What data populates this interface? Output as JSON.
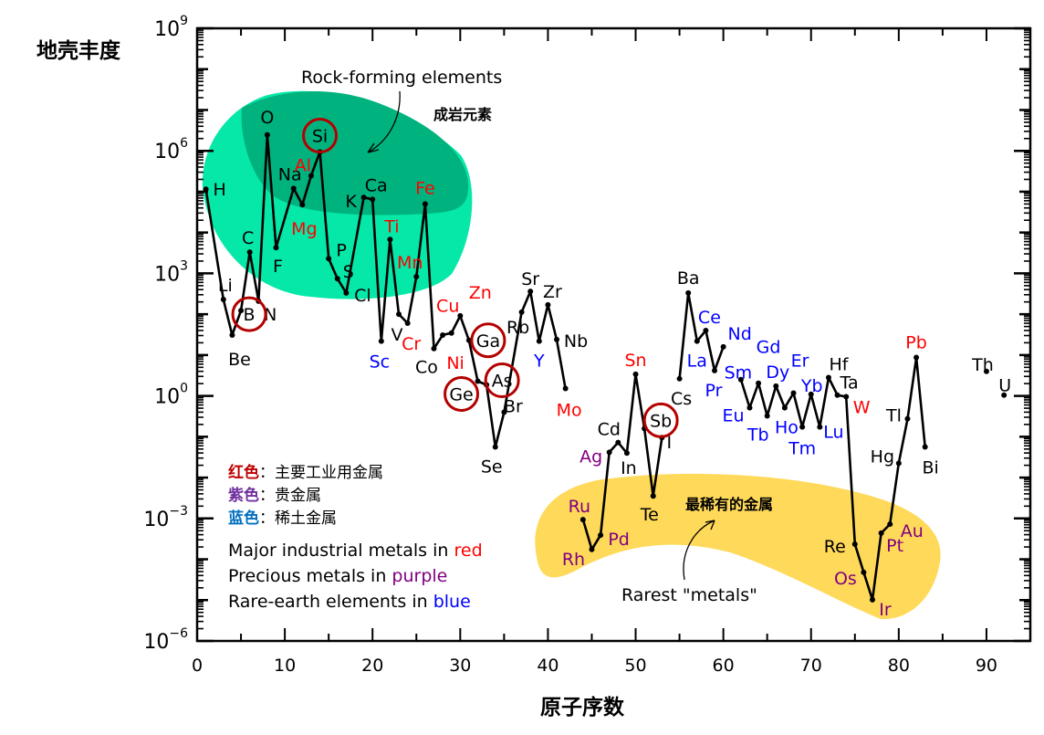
{
  "chart_data": {
    "type": "line",
    "title": "",
    "ylabel": "地壳丰度",
    "xlabel": "原子序数",
    "xlim": [
      0,
      95
    ],
    "ylim_log10": [
      -6,
      9
    ],
    "yscale": "log",
    "x_ticks": [
      0,
      10,
      20,
      30,
      40,
      50,
      60,
      70,
      80,
      90
    ],
    "y_ticks_exp": [
      -6,
      -3,
      0,
      3,
      6,
      9
    ],
    "y_tick_labels": [
      {
        "base": "10",
        "exp": "−6"
      },
      {
        "base": "10",
        "exp": "−3"
      },
      {
        "base": "10",
        "exp": "0"
      },
      {
        "base": "10",
        "exp": "3"
      },
      {
        "base": "10",
        "exp": "6"
      },
      {
        "base": "10",
        "exp": "9"
      }
    ],
    "grid": false,
    "colors": {
      "line": "#000000",
      "industrial": "#ff0000",
      "precious": "#800080",
      "rare_earth": "#0000ff",
      "normal": "#000000",
      "circle": "#b40000",
      "rock_region_light": "#05e8a8",
      "rock_region_dark": "#00b37e",
      "rare_region": "#ffd95a"
    },
    "series": [
      {
        "name": "abundance",
        "points": [
          {
            "el": "H",
            "z": 1,
            "log": 5.06,
            "cat": "normal"
          },
          {
            "el": "Li",
            "z": 3,
            "log": 2.36,
            "cat": "normal"
          },
          {
            "el": "Be",
            "z": 4,
            "log": 1.49,
            "cat": "normal"
          },
          {
            "el": "B",
            "z": 5,
            "log": 2.09,
            "cat": "normal",
            "circled": true
          },
          {
            "el": "C",
            "z": 6,
            "log": 3.52,
            "cat": "normal"
          },
          {
            "el": "N",
            "z": 7,
            "log": 2.32,
            "cat": "normal"
          },
          {
            "el": "O",
            "z": 8,
            "log": 6.39,
            "cat": "normal"
          },
          {
            "el": "F",
            "z": 9,
            "log": 3.63,
            "cat": "normal"
          },
          {
            "el": "Na",
            "z": 11,
            "log": 5.08,
            "cat": "normal"
          },
          {
            "el": "Mg",
            "z": 12,
            "log": 4.68,
            "cat": "industrial"
          },
          {
            "el": "Al",
            "z": 13,
            "log": 5.39,
            "cat": "industrial"
          },
          {
            "el": "Si",
            "z": 14,
            "log": 5.97,
            "cat": "normal",
            "circled": true
          },
          {
            "el": "P",
            "z": 15,
            "log": 3.36,
            "cat": "normal"
          },
          {
            "el": "S",
            "z": 16,
            "log": 2.87,
            "cat": "normal"
          },
          {
            "el": "Cl",
            "z": 17,
            "log": 2.52,
            "cat": "normal"
          },
          {
            "el": "K",
            "z": 19,
            "log": 4.86,
            "cat": "normal"
          },
          {
            "el": "Ca",
            "z": 20,
            "log": 4.81,
            "cat": "normal"
          },
          {
            "el": "Sc",
            "z": 21,
            "log": 1.34,
            "cat": "rare_earth"
          },
          {
            "el": "Ti",
            "z": 22,
            "log": 3.83,
            "cat": "industrial"
          },
          {
            "el": "V",
            "z": 23,
            "log": 2.0,
            "cat": "normal"
          },
          {
            "el": "Cr",
            "z": 24,
            "log": 1.78,
            "cat": "industrial"
          },
          {
            "el": "Mn",
            "z": 25,
            "log": 2.92,
            "cat": "industrial"
          },
          {
            "el": "Fe",
            "z": 26,
            "log": 4.7,
            "cat": "industrial"
          },
          {
            "el": "Co",
            "z": 27,
            "log": 1.16,
            "cat": "normal"
          },
          {
            "el": "Ni",
            "z": 28,
            "log": 1.49,
            "cat": "industrial"
          },
          {
            "el": "Cu",
            "z": 29,
            "log": 1.54,
            "cat": "industrial"
          },
          {
            "el": "Zn",
            "z": 30,
            "log": 1.96,
            "cat": "industrial"
          },
          {
            "el": "Ga",
            "z": 31,
            "log": 1.36,
            "cat": "normal",
            "circled": true
          },
          {
            "el": "Ge",
            "z": 32,
            "log": 0.36,
            "cat": "normal",
            "circled": true
          },
          {
            "el": "As",
            "z": 33,
            "log": 0.27,
            "cat": "normal",
            "circled": true
          },
          {
            "el": "Se",
            "z": 34,
            "log": -1.25,
            "cat": "normal"
          },
          {
            "el": "Br",
            "z": 35,
            "log": -0.4,
            "cat": "normal"
          },
          {
            "el": "Rb",
            "z": 37,
            "log": 2.05,
            "cat": "normal"
          },
          {
            "el": "Sr",
            "z": 38,
            "log": 2.56,
            "cat": "normal"
          },
          {
            "el": "Y",
            "z": 39,
            "log": 1.34,
            "cat": "rare_earth"
          },
          {
            "el": "Zr",
            "z": 40,
            "log": 2.23,
            "cat": "normal"
          },
          {
            "el": "Nb",
            "z": 41,
            "log": 1.38,
            "cat": "normal"
          },
          {
            "el": "Mo",
            "z": 42,
            "log": 0.18,
            "cat": "industrial"
          },
          {
            "el": "Ru",
            "z": 44,
            "log": -3.03,
            "cat": "precious",
            "break_before": true
          },
          {
            "el": "Rh",
            "z": 45,
            "log": -3.76,
            "cat": "precious"
          },
          {
            "el": "Pd",
            "z": 46,
            "log": -3.41,
            "cat": "precious"
          },
          {
            "el": "Ag",
            "z": 47,
            "log": -1.38,
            "cat": "precious"
          },
          {
            "el": "Cd",
            "z": 48,
            "log": -1.14,
            "cat": "normal"
          },
          {
            "el": "In",
            "z": 49,
            "log": -1.4,
            "cat": "normal"
          },
          {
            "el": "Sn",
            "z": 50,
            "log": 0.53,
            "cat": "industrial"
          },
          {
            "el": "Sb",
            "z": 51,
            "log": -0.8,
            "cat": "normal",
            "circled": true
          },
          {
            "el": "Te",
            "z": 52,
            "log": -2.45,
            "cat": "normal"
          },
          {
            "el": "I",
            "z": 53,
            "log": -1.02,
            "cat": "normal"
          },
          {
            "el": "Cs",
            "z": 55,
            "log": 0.42,
            "cat": "normal",
            "break_before": true
          },
          {
            "el": "Ba",
            "z": 56,
            "log": 2.52,
            "cat": "normal"
          },
          {
            "el": "La",
            "z": 57,
            "log": 1.34,
            "cat": "rare_earth"
          },
          {
            "el": "Ce",
            "z": 58,
            "log": 1.6,
            "cat": "rare_earth"
          },
          {
            "el": "Pr",
            "z": 59,
            "log": 0.62,
            "cat": "rare_earth"
          },
          {
            "el": "Nd",
            "z": 60,
            "log": 1.2,
            "cat": "rare_earth"
          },
          {
            "el": "Sm",
            "z": 62,
            "log": 0.4,
            "cat": "rare_earth",
            "break_before": true
          },
          {
            "el": "Eu",
            "z": 63,
            "log": -0.29,
            "cat": "rare_earth"
          },
          {
            "el": "Gd",
            "z": 64,
            "log": 0.31,
            "cat": "rare_earth"
          },
          {
            "el": "Tb",
            "z": 65,
            "log": -0.49,
            "cat": "rare_earth"
          },
          {
            "el": "Dy",
            "z": 66,
            "log": 0.24,
            "cat": "rare_earth"
          },
          {
            "el": "Ho",
            "z": 67,
            "log": -0.29,
            "cat": "rare_earth"
          },
          {
            "el": "Er",
            "z": 68,
            "log": 0.07,
            "cat": "rare_earth"
          },
          {
            "el": "Tm",
            "z": 69,
            "log": -0.76,
            "cat": "rare_earth"
          },
          {
            "el": "Yb",
            "z": 70,
            "log": 0.04,
            "cat": "rare_earth"
          },
          {
            "el": "Lu",
            "z": 71,
            "log": -0.76,
            "cat": "rare_earth"
          },
          {
            "el": "Hf",
            "z": 72,
            "log": 0.45,
            "cat": "normal"
          },
          {
            "el": "Ta",
            "z": 73,
            "log": 0.02,
            "cat": "normal"
          },
          {
            "el": "W",
            "z": 74,
            "log": -0.02,
            "cat": "industrial"
          },
          {
            "el": "Re",
            "z": 75,
            "log": -3.63,
            "cat": "normal"
          },
          {
            "el": "Os",
            "z": 76,
            "log": -4.32,
            "cat": "precious"
          },
          {
            "el": "Ir",
            "z": 77,
            "log": -4.99,
            "cat": "precious"
          },
          {
            "el": "Pt",
            "z": 78,
            "log": -3.36,
            "cat": "precious"
          },
          {
            "el": "Au",
            "z": 79,
            "log": -3.14,
            "cat": "precious"
          },
          {
            "el": "Hg",
            "z": 80,
            "log": -1.65,
            "cat": "normal"
          },
          {
            "el": "Tl",
            "z": 81,
            "log": -0.56,
            "cat": "normal"
          },
          {
            "el": "Pb",
            "z": 82,
            "log": 0.94,
            "cat": "industrial"
          },
          {
            "el": "Bi",
            "z": 83,
            "log": -1.25,
            "cat": "normal"
          },
          {
            "el": "Th",
            "z": 90,
            "log": 0.6,
            "cat": "normal",
            "break_before": true
          },
          {
            "el": "U",
            "z": 92,
            "log": 0.02,
            "cat": "normal",
            "break_before": true
          }
        ]
      }
    ],
    "annotations": {
      "rock_en": "Rock-forming elements",
      "rock_cn": "成岩元素",
      "rare_cn": "最稀有的金属",
      "rare_en": "Rarest \"metals\""
    },
    "legend": {
      "placement": "bottom-left",
      "cn": [
        {
          "key": "红色",
          "sep": "：",
          "text": "主要工业用金属",
          "color": "#c00000"
        },
        {
          "key": "紫色",
          "sep": "：",
          "text": "贵金属",
          "color": "#7030a0"
        },
        {
          "key": "蓝色",
          "sep": "：",
          "text": "稀土金属",
          "color": "#0070c0"
        }
      ],
      "en": [
        {
          "text": "Major industrial metals in ",
          "word": "red",
          "color": "#ff0000"
        },
        {
          "text": "Precious metals in ",
          "word": "purple",
          "color": "#800080"
        },
        {
          "text": "Rare-earth elements in ",
          "word": "blue",
          "color": "#0000ff"
        }
      ]
    }
  }
}
